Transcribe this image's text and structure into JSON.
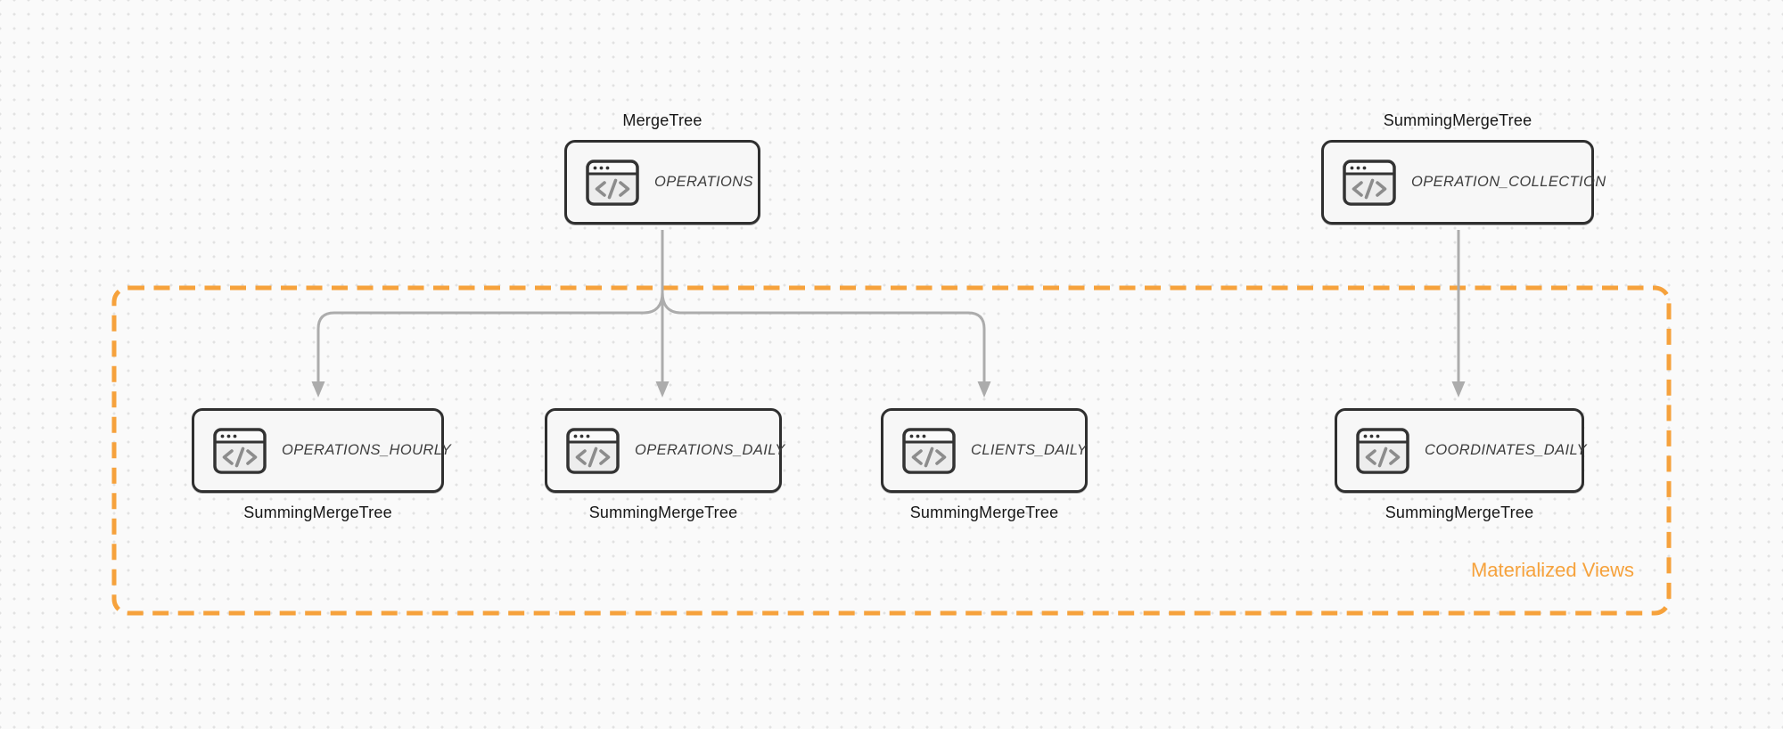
{
  "diagram": {
    "background": {
      "color": "#FAFAFA",
      "dot_color": "#E2E2E2"
    },
    "colors": {
      "accent_orange": "#F6A23C",
      "node_border": "#2F2F2F",
      "node_fill": "#F7F7F7",
      "arrow_gray": "#ACACAC",
      "icon_glyph_gray": "#8C8C8C",
      "engine_text": "#161616",
      "table_text": "#3D3D3D"
    },
    "group": {
      "label": "Materialized Views"
    },
    "nodes": [
      {
        "table": "OPERATIONS",
        "engine": "MergeTree",
        "engine_position": "above",
        "icon": "code-window-icon"
      },
      {
        "table": "OPERATION_COLLECTION",
        "engine": "SummingMergeTree",
        "engine_position": "above",
        "icon": "code-window-icon"
      },
      {
        "table": "OPERATIONS_HOURLY",
        "engine": "SummingMergeTree",
        "engine_position": "below",
        "icon": "code-window-icon"
      },
      {
        "table": "OPERATIONS_DAILY",
        "engine": "SummingMergeTree",
        "engine_position": "below",
        "icon": "code-window-icon"
      },
      {
        "table": "CLIENTS_DAILY",
        "engine": "SummingMergeTree",
        "engine_position": "below",
        "icon": "code-window-icon"
      },
      {
        "table": "COORDINATES_DAILY",
        "engine": "SummingMergeTree",
        "engine_position": "below",
        "icon": "code-window-icon"
      }
    ],
    "edges": [
      {
        "from": "OPERATIONS",
        "to": "OPERATIONS_HOURLY"
      },
      {
        "from": "OPERATIONS",
        "to": "OPERATIONS_DAILY"
      },
      {
        "from": "OPERATIONS",
        "to": "CLIENTS_DAILY"
      },
      {
        "from": "OPERATION_COLLECTION",
        "to": "COORDINATES_DAILY"
      }
    ]
  }
}
